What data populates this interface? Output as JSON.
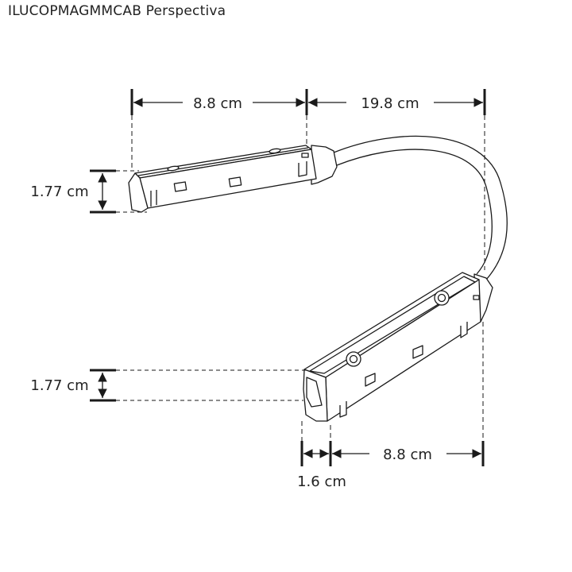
{
  "title": "ILUCOPMAGMMCAB Perspectiva",
  "colors": {
    "line": "#1a1a1a",
    "background": "#ffffff"
  },
  "dimensions": {
    "top_left_width": "8.8 cm",
    "top_cable_length": "19.8 cm",
    "top_height": "1.77 cm",
    "bottom_height": "1.77 cm",
    "bottom_offset": "1.6 cm",
    "bottom_width": "8.8 cm"
  }
}
